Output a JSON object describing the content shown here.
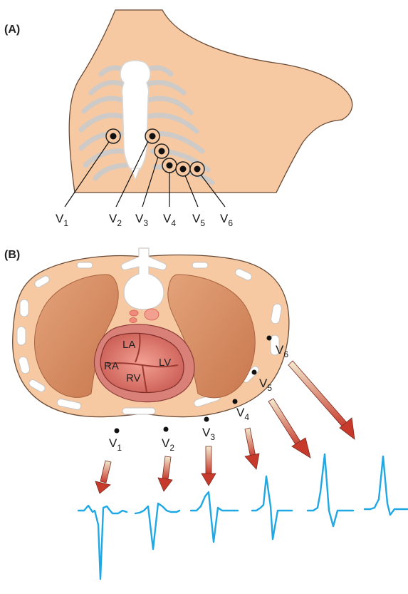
{
  "panels": {
    "a": {
      "label": "(A)"
    },
    "b": {
      "label": "(B)"
    }
  },
  "leads": [
    {
      "main": "V",
      "sub": "1"
    },
    {
      "main": "V",
      "sub": "2"
    },
    {
      "main": "V",
      "sub": "3"
    },
    {
      "main": "V",
      "sub": "4"
    },
    {
      "main": "V",
      "sub": "5"
    },
    {
      "main": "V",
      "sub": "6"
    }
  ],
  "chambers": {
    "la": "LA",
    "lv": "LV",
    "ra": "RA",
    "rv": "RV"
  },
  "colors": {
    "skin": "#f6c9a2",
    "skin_outline": "#6b4a35",
    "bone": "#ffffff",
    "rib": "#c9c6c4",
    "lung": "#d89468",
    "heart": "#b84d48",
    "heart_light": "#e98c82",
    "trace": "#1fa8e3",
    "arrow_dark": "#c73a2b",
    "arrow_light": "#efe8c4"
  },
  "icons": {
    "electrode": "electrode-circle-icon",
    "arrow": "lead-vector-arrow-icon"
  }
}
